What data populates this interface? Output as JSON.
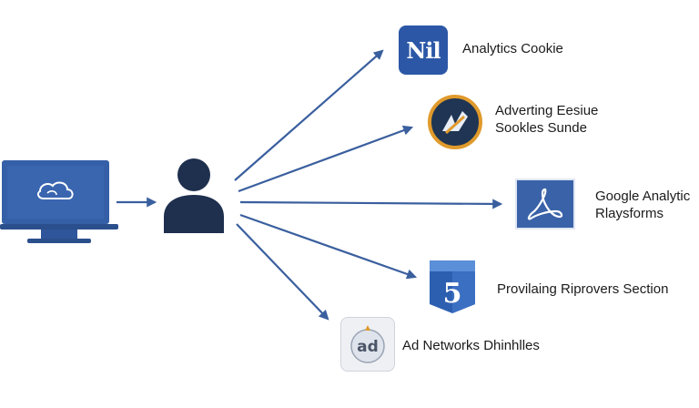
{
  "diagram": {
    "source_device": {
      "icon": "laptop-icon"
    },
    "user": {
      "icon": "person-icon"
    },
    "targets": [
      {
        "icon": "nil-logo-icon",
        "logo_text": "Nil",
        "label_lines": [
          "Analytics Cookie"
        ]
      },
      {
        "icon": "advertising-emblem-icon",
        "label_lines": [
          "Adverting Eesiue",
          "Sookles Sunde"
        ]
      },
      {
        "icon": "acrobat-style-icon",
        "label_lines": [
          "Google Analytic",
          "Rlaysforms"
        ]
      },
      {
        "icon": "html5-style-shield-icon",
        "logo_text": "5",
        "label_lines": [
          "Provilaing Riprovers Section"
        ]
      },
      {
        "icon": "ad-network-app-icon",
        "logo_text": "ad",
        "label_lines": [
          "Ad Networks Dhinhlles"
        ]
      }
    ],
    "colors": {
      "arrow": "#3a5f9e",
      "brand_blue": "#2b57a6",
      "dark_navy": "#1f3553",
      "accent_orange": "#e09a2c"
    }
  }
}
